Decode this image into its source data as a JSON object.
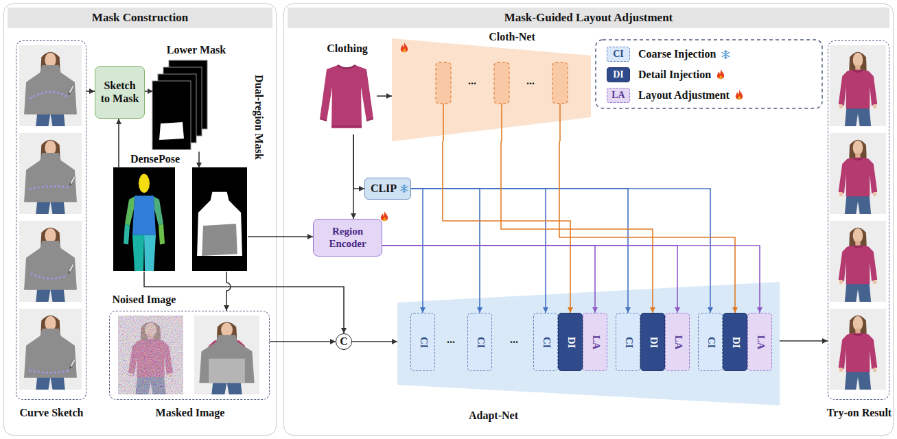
{
  "diagram": {
    "nodes": [
      {
        "text": [
          "Mask Construction"
        ]
      },
      {
        "text": [
          "Curve Sketch"
        ],
        "in": 0
      },
      {
        "text": [
          "Sketch to Mask"
        ],
        "in": 0
      },
      {
        "text": [
          "Lower Mask"
        ],
        "in": 0
      },
      {
        "text": [
          "DensePose"
        ],
        "in": 0
      },
      {
        "text": [
          "Dual-region Mask"
        ],
        "in": 0
      },
      {
        "text": [
          "Masked Image"
        ],
        "in": 0
      },
      {
        "text": [
          "Mask-Guided Layout Adjustment"
        ]
      },
      {
        "text": [
          "Clothing"
        ],
        "in": 7
      },
      {
        "text": [
          "Cloth-Net",
          "...",
          "..."
        ],
        "in": 7
      },
      {
        "text": [
          "CLIP"
        ],
        "in": 7
      },
      {
        "text": [
          "Region Encoder"
        ],
        "in": 7
      },
      {
        "text": [
          "C"
        ],
        "in": 7
      },
      {
        "text": [
          "Adapt-Net",
          "...",
          "..."
        ],
        "in": 7
      },
      {
        "text": [
          "CI"
        ],
        "in": 13
      },
      {
        "text": [
          "CI"
        ],
        "in": 13
      },
      {
        "text": [
          "CI"
        ],
        "in": 13
      },
      {
        "text": [
          "DI"
        ],
        "in": 13
      },
      {
        "text": [
          "LA"
        ],
        "in": 13
      },
      {
        "text": [
          "CI"
        ],
        "in": 13
      },
      {
        "text": [
          "DI"
        ],
        "in": 13
      },
      {
        "text": [
          "LA"
        ],
        "in": 13
      },
      {
        "text": [
          "CI"
        ],
        "in": 13
      },
      {
        "text": [
          "DI"
        ],
        "in": 13
      },
      {
        "text": [
          "LA"
        ],
        "in": 13
      },
      {
        "text": [
          "Try-on Result"
        ],
        "in": 7
      }
    ],
    "edges": [
      {
        "from": 1,
        "to": 2,
        "arrow": "to"
      },
      {
        "from": 4,
        "to": 2,
        "arrow": "to"
      },
      {
        "from": 2,
        "to": 3,
        "arrow": "to"
      },
      {
        "from": 3,
        "to": 5,
        "arrow": "to"
      },
      {
        "from": 5,
        "to": 11,
        "arrow": "to"
      },
      {
        "from": 5,
        "to": 6,
        "arrow": "to"
      },
      {
        "from": 4,
        "to": 12,
        "arrow": "to"
      },
      {
        "from": 6,
        "to": 12,
        "arrow": "to"
      },
      {
        "from": 12,
        "to": 13,
        "arrow": "to"
      },
      {
        "from": 8,
        "to": 9,
        "arrow": "to"
      },
      {
        "from": 8,
        "to": 10,
        "arrow": "to"
      },
      {
        "from": 8,
        "to": 11,
        "arrow": "to"
      },
      {
        "from": 10,
        "to": 14,
        "arrow": "to"
      },
      {
        "from": 10,
        "to": 15,
        "arrow": "to"
      },
      {
        "from": 10,
        "to": 16,
        "arrow": "to"
      },
      {
        "from": 10,
        "to": 19,
        "arrow": "to"
      },
      {
        "from": 10,
        "to": 22,
        "arrow": "to"
      },
      {
        "from": 9,
        "to": 17,
        "arrow": "to"
      },
      {
        "from": 9,
        "to": 20,
        "arrow": "to"
      },
      {
        "from": 9,
        "to": 23,
        "arrow": "to"
      },
      {
        "from": 11,
        "to": 18,
        "arrow": "to"
      },
      {
        "from": 11,
        "to": 21,
        "arrow": "to"
      },
      {
        "from": 11,
        "to": 24,
        "arrow": "to"
      },
      {
        "from": 13,
        "to": 25,
        "arrow": "to"
      }
    ],
    "labels": [
      "Noised Image",
      "CI",
      "DI",
      "LA"
    ],
    "legend": [
      {
        "text": "Coarse Injection",
        "color": "#dae8fc"
      },
      {
        "text": "Detail Injection",
        "color": "#2f4b8c"
      },
      {
        "text": "Layout Adjustment",
        "color": "#e4d8f5"
      }
    ]
  }
}
